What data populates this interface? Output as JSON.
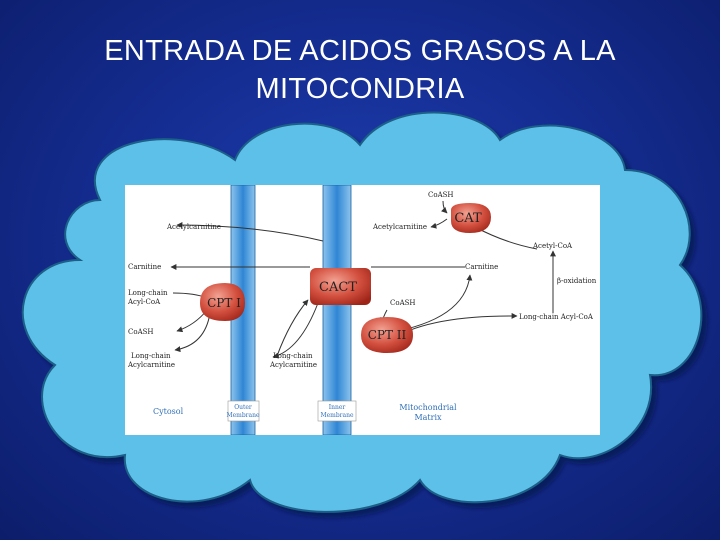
{
  "slide": {
    "title_line1": "ENTRADA DE ACIDOS GRASOS A LA",
    "title_line2": "MITOCONDRIA"
  },
  "colors": {
    "background": "#1a3aa8",
    "cloud": "#5bc0e8",
    "membrane": "#3a8fd6",
    "enzyme": "#c63c2e"
  },
  "diagram": {
    "enzymes": {
      "cat": "CAT",
      "cact": "CACT",
      "cpt1": "CPT I",
      "cpt2": "CPT II"
    },
    "labels": {
      "coash_top": "CoASH",
      "acetylcarnitine_left": "Acetylcarnitine",
      "acetylcarnitine_right": "Acetylcarnitine",
      "acetyl_coa": "Acetyl-CoA",
      "carnitine_left": "Carnitine",
      "carnitine_right": "Carnitine",
      "beta_oxidation": "β-oxidation",
      "long_chain_acylcoa_line1": "Long-chain",
      "long_chain_acylcoa_line2": "Acyl-CoA",
      "coash_left": "CoASH",
      "coash_mid": "CoASH",
      "long_chain_acylcoa_right": "Long-chain Acyl-CoA",
      "lc_acylcarnitine_left_1": "Long-chain",
      "lc_acylcarnitine_left_2": "Acylcarnitine",
      "lc_acylcarnitine_mid_1": "Long-chain",
      "lc_acylcarnitine_mid_2": "Acylcarnitine"
    },
    "compartments": {
      "cytosol": "Cytosol",
      "outer_membrane_1": "Outer",
      "outer_membrane_2": "Membrane",
      "inner_membrane_1": "Inner",
      "inner_membrane_2": "Membrane",
      "matrix_1": "Mitochondrial",
      "matrix_2": "Matrix"
    }
  }
}
